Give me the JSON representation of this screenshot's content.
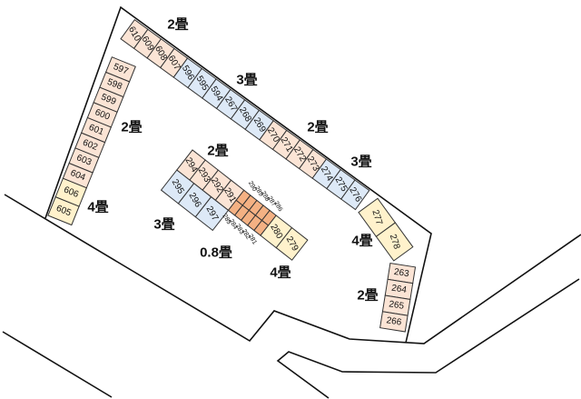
{
  "colors": {
    "size_2": "#fbe4d5",
    "size_3": "#dde9f7",
    "size_4": "#fff2cc",
    "size_0_8": "#f4b183",
    "outline": "#333333"
  },
  "units": {
    "top_row": [
      {
        "no": "610",
        "size": "2"
      },
      {
        "no": "609",
        "size": "2"
      },
      {
        "no": "608",
        "size": "2"
      },
      {
        "no": "607",
        "size": "2"
      },
      {
        "no": "596",
        "size": "3"
      },
      {
        "no": "595",
        "size": "3"
      },
      {
        "no": "594",
        "size": "3"
      },
      {
        "no": "267",
        "size": "3"
      },
      {
        "no": "268",
        "size": "3"
      },
      {
        "no": "269",
        "size": "3"
      },
      {
        "no": "270",
        "size": "2"
      },
      {
        "no": "271",
        "size": "2"
      },
      {
        "no": "272",
        "size": "2"
      },
      {
        "no": "273",
        "size": "2"
      },
      {
        "no": "274",
        "size": "3"
      },
      {
        "no": "275",
        "size": "3"
      },
      {
        "no": "276",
        "size": "3"
      }
    ],
    "left_column": [
      {
        "no": "597",
        "size": "2"
      },
      {
        "no": "598",
        "size": "2"
      },
      {
        "no": "599",
        "size": "2"
      },
      {
        "no": "600",
        "size": "2"
      },
      {
        "no": "601",
        "size": "2"
      },
      {
        "no": "602",
        "size": "2"
      },
      {
        "no": "603",
        "size": "2"
      },
      {
        "no": "604",
        "size": "2"
      },
      {
        "no": "606",
        "size": "4"
      },
      {
        "no": "605",
        "size": "4"
      }
    ],
    "right_column": [
      {
        "no": "263",
        "size": "2"
      },
      {
        "no": "264",
        "size": "2"
      },
      {
        "no": "265",
        "size": "2"
      },
      {
        "no": "266",
        "size": "2"
      }
    ],
    "right_pair": [
      {
        "no": "277",
        "size": "4"
      },
      {
        "no": "278",
        "size": "4"
      }
    ],
    "middle_upper": [
      {
        "no": "294",
        "size": "2"
      },
      {
        "no": "293",
        "size": "2"
      },
      {
        "no": "292",
        "size": "2"
      },
      {
        "no": "291",
        "size": "2"
      }
    ],
    "middle_lower": [
      {
        "no": "295",
        "size": "3"
      },
      {
        "no": "296",
        "size": "3"
      },
      {
        "no": "297",
        "size": "3"
      }
    ],
    "lockers_top": [
      "290",
      "289",
      "288",
      "287",
      "286"
    ],
    "lockers_bottom": [
      "285",
      "284",
      "283",
      "282",
      "281"
    ],
    "middle_end": [
      {
        "no": "280",
        "size": "4"
      },
      {
        "no": "279",
        "size": "4"
      }
    ]
  },
  "size_labels": [
    "2畳",
    "3畳",
    "2畳",
    "3畳",
    "2畳",
    "2畳",
    "4畳",
    "3畳",
    "0.8畳",
    "4畳",
    "4畳",
    "2畳"
  ]
}
